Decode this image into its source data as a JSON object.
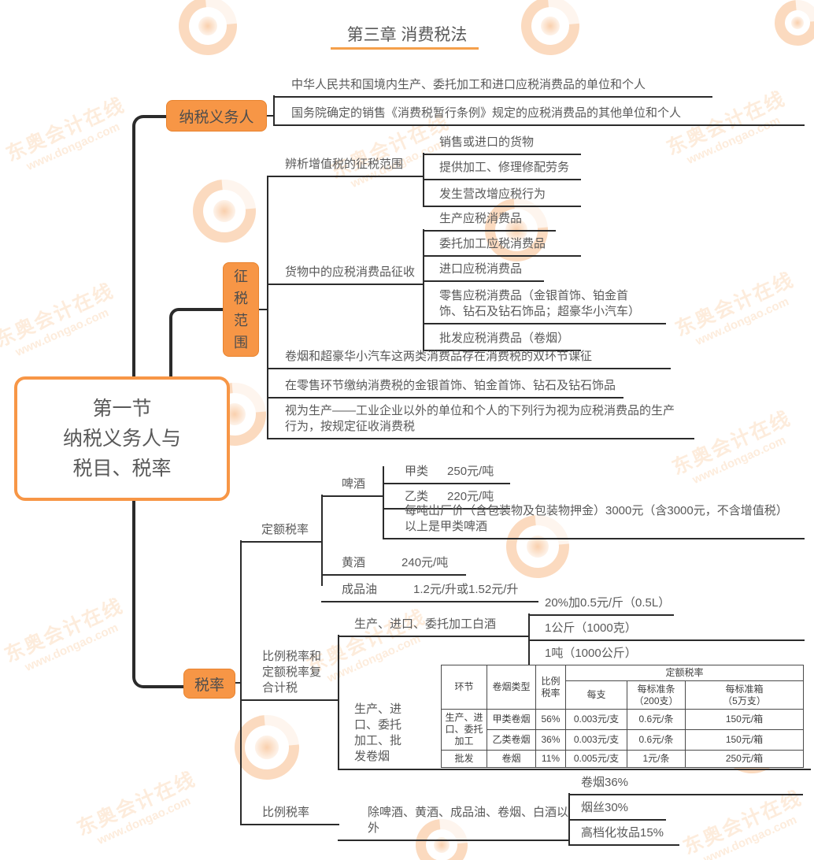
{
  "title": "第三章 消费税法",
  "watermark": {
    "brand": "东奥会计在线",
    "url": "www.dongao.com"
  },
  "root": {
    "label": "第一节\n纳税义务人与\n税目、税率"
  },
  "taxpayer": {
    "label": "纳税义务人",
    "items": [
      "中华人民共和国境内生产、委托加工和进口应税消费品的单位和个人",
      "国务院确定的销售《消费税暂行条例》规定的应税消费品的其他单位和个人"
    ]
  },
  "scope": {
    "label": "征税范围",
    "vat": {
      "label": "辨析增值税的征税范围",
      "items": [
        "销售或进口的货物",
        "提供加工、修理修配劳务",
        "发生营改增应税行为"
      ]
    },
    "goods": {
      "label": "货物中的应税消费品征收",
      "items": [
        "生产应税消费品",
        "委托加工应税消费品",
        "进口应税消费品",
        "零售应税消费品（金银首饰、铂金首\n饰、钻石及钻石饰品；超豪华小汽车）",
        "批发应税消费品（卷烟）"
      ]
    },
    "notes": [
      "卷烟和超豪华小汽车这两类消费品存在消费税的双环节课征",
      "在零售环节缴纳消费税的金银首饰、铂金首饰、钻石及钻石饰品",
      "视为生产——工业企业以外的单位和个人的下列行为视为应税消费品的生产\n行为，按规定征收消费税"
    ]
  },
  "rate": {
    "label": "税率",
    "fixed": {
      "label": "定额税率",
      "beer": {
        "label": "啤酒",
        "grade_a": {
          "name": "甲类",
          "value": "250元/吨"
        },
        "grade_b": {
          "name": "乙类",
          "value": "220元/吨"
        },
        "note": "每吨出厂价（含包装物及包装物押金）3000元（含3000元，不含增值税）\n以上是甲类啤酒"
      },
      "yellow_wine": {
        "name": "黄酒",
        "value": "240元/吨"
      },
      "refined_oil": {
        "name": "成品油",
        "value": "1.2元/升或1.52元/升"
      }
    },
    "compound": {
      "label": "比例税率和\n定额税率复\n合计税",
      "baijiu": {
        "label": "生产、进口、委托加工白酒",
        "items": [
          "20%加0.5元/斤（0.5L）",
          "1公斤（1000克）",
          "1吨（1000公斤）"
        ]
      },
      "cigarette": {
        "label": "生产、进\n口、委托\n加工、批\n发卷烟",
        "table": {
          "headers": {
            "stage": "环节",
            "type": "卷烟类型",
            "prop": "比例\n税率",
            "fixed": "定额税率",
            "per_stick": "每支",
            "per_carton": "每标准条\n（200支）",
            "per_case": "每标准箱\n（5万支）"
          },
          "rows": [
            {
              "stage": "生产、进\n口、委托\n加工",
              "type": "甲类卷烟",
              "prop": "56%",
              "stick": "0.003元/支",
              "carton": "0.6元/条",
              "case": "150元/箱"
            },
            {
              "type": "乙类卷烟",
              "prop": "36%",
              "stick": "0.003元/支",
              "carton": "0.6元/条",
              "case": "150元/箱"
            },
            {
              "stage": "批发",
              "type": "卷烟",
              "prop": "11%",
              "stick": "0.005元/支",
              "carton": "1元/条",
              "case": "250元/箱"
            }
          ]
        }
      }
    },
    "proportional": {
      "label": "比例税率",
      "scope": "除啤酒、黄酒、成品油、卷烟、白酒以外",
      "items": [
        "卷烟36%",
        "烟丝30%",
        "高档化妆品15%"
      ]
    }
  }
}
